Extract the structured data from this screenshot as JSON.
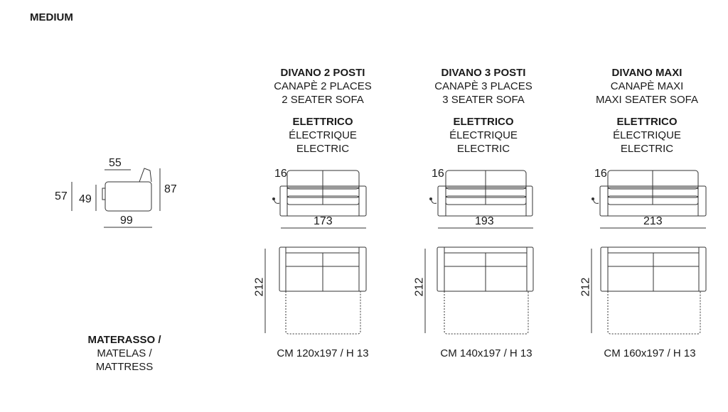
{
  "header": {
    "title": "MEDIUM"
  },
  "side_view": {
    "depth_top": "55",
    "height_outer": "57",
    "seat_height": "49",
    "back_height": "87",
    "depth_bottom": "99"
  },
  "columns": [
    {
      "name_it": "DIVANO 2 POSTI",
      "name_fr": "CANAPÈ 2 PLACES",
      "name_en": "2 SEATER SOFA",
      "type_it": "ELETTRICO",
      "type_fr": "ÉLECTRIQUE",
      "type_en": "ELECTRIC",
      "arm_dim": "16",
      "width": "173",
      "open_depth": "212",
      "mattress": "CM 120x197 / H 13"
    },
    {
      "name_it": "DIVANO 3 POSTI",
      "name_fr": "CANAPÈ 3 PLACES",
      "name_en": "3 SEATER SOFA",
      "type_it": "ELETTRICO",
      "type_fr": "ÉLECTRIQUE",
      "type_en": "ELECTRIC",
      "arm_dim": "16",
      "width": "193",
      "open_depth": "212",
      "mattress": "CM 140x197 / H 13"
    },
    {
      "name_it": "DIVANO MAXI",
      "name_fr": "CANAPÈ MAXI",
      "name_en": "MAXI SEATER SOFA",
      "type_it": "ELETTRICO",
      "type_fr": "ÉLECTRIQUE",
      "type_en": "ELECTRIC",
      "arm_dim": "16",
      "width": "213",
      "open_depth": "212",
      "mattress": "CM 160x197 / H 13"
    }
  ],
  "mattress_label": {
    "it": "MATERASSO /",
    "fr": "MATELAS /",
    "en": "MATTRESS"
  },
  "colors": {
    "line": "#333333",
    "text": "#1a1a1a"
  }
}
